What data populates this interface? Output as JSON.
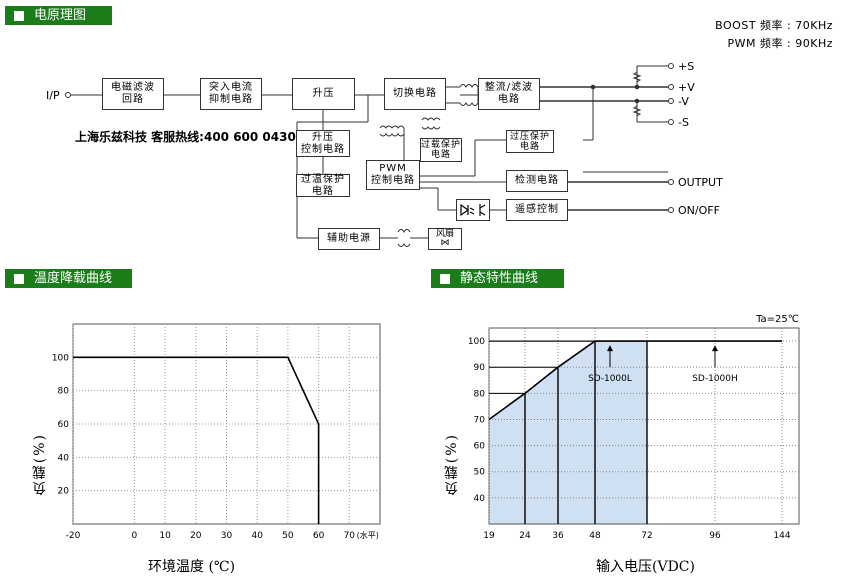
{
  "headers": {
    "block_diagram": "电原理图",
    "derating": "温度降载曲线",
    "static": "静态特性曲线"
  },
  "freq": {
    "boost": "BOOST 频率 : 70KHz",
    "pwm": "PWM 频率 : 90KHz"
  },
  "hotline": "上海乐兹科技 客服热线:400 600 0430",
  "blocks": {
    "emi": "电磁滤波\n回路",
    "inrush": "突入电流\n抑制电路",
    "boost": "升压",
    "switch": "切换电路",
    "rectifier": "整流/滤波\n电路",
    "boost_ctrl": "升压\n控制电路",
    "otp": "过温保护\n电路",
    "olp": "过载保护\n电路",
    "pwm": "PWM\n控制电路",
    "ovp": "过压保护\n电路",
    "detect": "检测电路",
    "remote": "遥感控制",
    "aux": "辅助电源",
    "fan": "风扇"
  },
  "terminals": {
    "ip": "I/P",
    "sp": "+S",
    "vp": "+V",
    "vm": "-V",
    "sm": "-S",
    "output": "OUTPUT",
    "onoff": "ON/OFF"
  },
  "chart_data": [
    {
      "type": "line",
      "title": "温度降载曲线",
      "xlabel": "环境温度 (℃)",
      "xunit": "(水平)",
      "ylabel": "负载(%)",
      "xlim": [
        -20,
        80
      ],
      "ylim": [
        0,
        120
      ],
      "xticks": [
        "-20",
        "0",
        "10",
        "20",
        "30",
        "40",
        "50",
        "60",
        "70"
      ],
      "yticks": [
        "20",
        "40",
        "60",
        "80",
        "100"
      ],
      "series": [
        {
          "x": [
            -20,
            50,
            60,
            60
          ],
          "y": [
            100,
            100,
            60,
            0
          ]
        }
      ],
      "grid": true
    },
    {
      "type": "area",
      "title": "静态特性曲线",
      "note": "Ta=25℃",
      "xlabel": "输入电压(VDC)",
      "ylabel": "负载(%)",
      "xticks": [
        "19",
        "24",
        "36",
        "48",
        "72",
        "96",
        "144"
      ],
      "yticks": [
        "40",
        "50",
        "60",
        "70",
        "80",
        "90",
        "100"
      ],
      "ylim": [
        30,
        105
      ],
      "series": [
        {
          "x": [
            "19",
            "24",
            "36",
            "48",
            "72",
            "96",
            "144"
          ],
          "y": [
            70,
            80,
            90,
            100,
            100,
            100,
            100
          ]
        }
      ],
      "annotations": [
        "SD-1000L",
        "SD-1000H"
      ],
      "grid": true
    }
  ]
}
